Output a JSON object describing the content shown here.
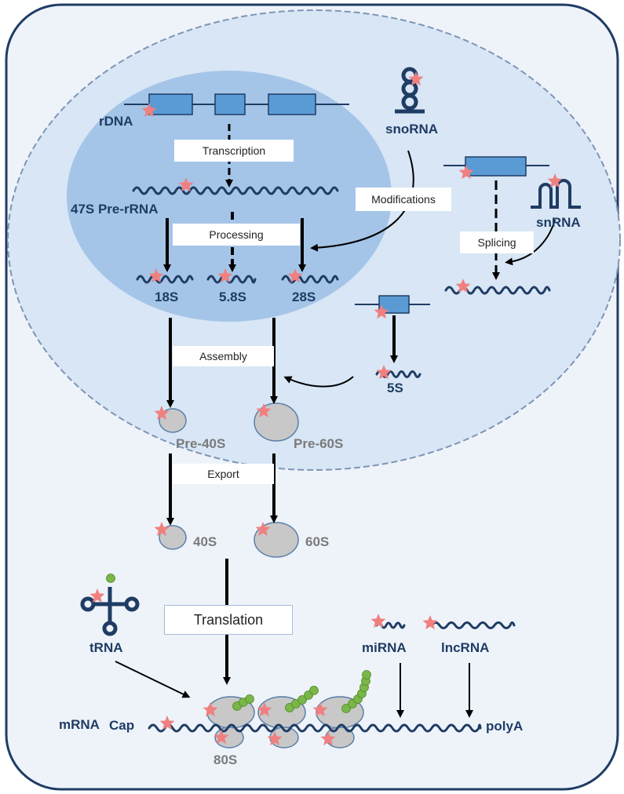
{
  "labels": {
    "rdna": "rDNA",
    "snorna": "snoRNA",
    "pre_rrna": "47S Pre-rRNA",
    "snrna": "snRNA",
    "s18": "18S",
    "s58": "5.8S",
    "s28": "28S",
    "s5": "5S",
    "pre40": "Pre-40S",
    "pre60": "Pre-60S",
    "s40": "40S",
    "s60": "60S",
    "trna": "tRNA",
    "mirna": "miRNA",
    "lncrna": "lncRNA",
    "mrna": "mRNA",
    "cap": "Cap",
    "polya": "polyA",
    "s80": "80S"
  },
  "steps": {
    "transcription": "Transcription",
    "processing": "Processing",
    "modifications": "Modifications",
    "splicing": "Splicing",
    "assembly": "Assembly",
    "export": "Export",
    "translation": "Translation"
  },
  "colors": {
    "cell_fill": "#eef3fa",
    "nucleus_fill": "#d8e6f5",
    "nucleolus_fill": "#a4c5e8",
    "gene_box": "#5b9bd5",
    "rna_line": "#1f3c64",
    "star": "#f08080",
    "ribosome": "#c8c8c8",
    "amino_acid": "#7ab648"
  }
}
